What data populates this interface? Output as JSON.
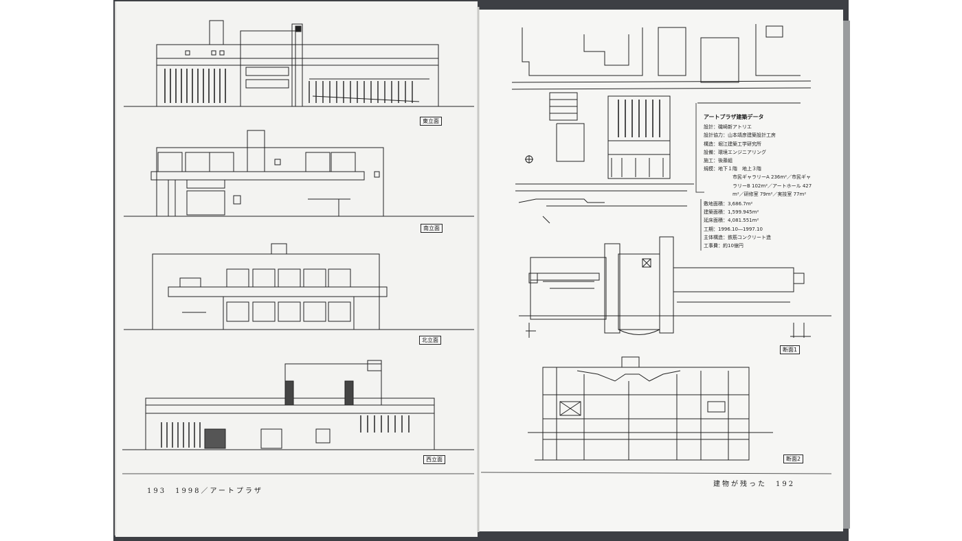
{
  "left_page": {
    "labels": {
      "east": "東立面",
      "south": "南立面",
      "north": "北立面",
      "west": "西立面"
    },
    "footer": "193　1998／アートプラザ"
  },
  "right_page": {
    "data_title": "アートプラザ建築データ",
    "data_rows": [
      "設計：磯崎新アトリエ",
      "設計協力：山本靖彦建築設計工房",
      "構造：堀江建築工学研究所",
      "設備：環境エンジニアリング",
      "施工：後藤組",
      "規模：地下１階　地上３階"
    ],
    "scale_detail": [
      "市民ギャラリーA 236m²／市民ギャ",
      "ラリーB 102m²／アートホール 427",
      "m²／研修室 79m²／実技室 77m²"
    ],
    "area_rows": [
      "敷地面積：3,686.7m²",
      "建築面積：1,599.945m²",
      "延床面積：4,081.551m²",
      "工期：1996.10―1997.10",
      "主体構造：鉄筋コンクリート造",
      "工事費：約10億円"
    ],
    "labels": {
      "section1": "断面1",
      "section2": "断面2"
    },
    "footer": "建物が残った　192"
  }
}
